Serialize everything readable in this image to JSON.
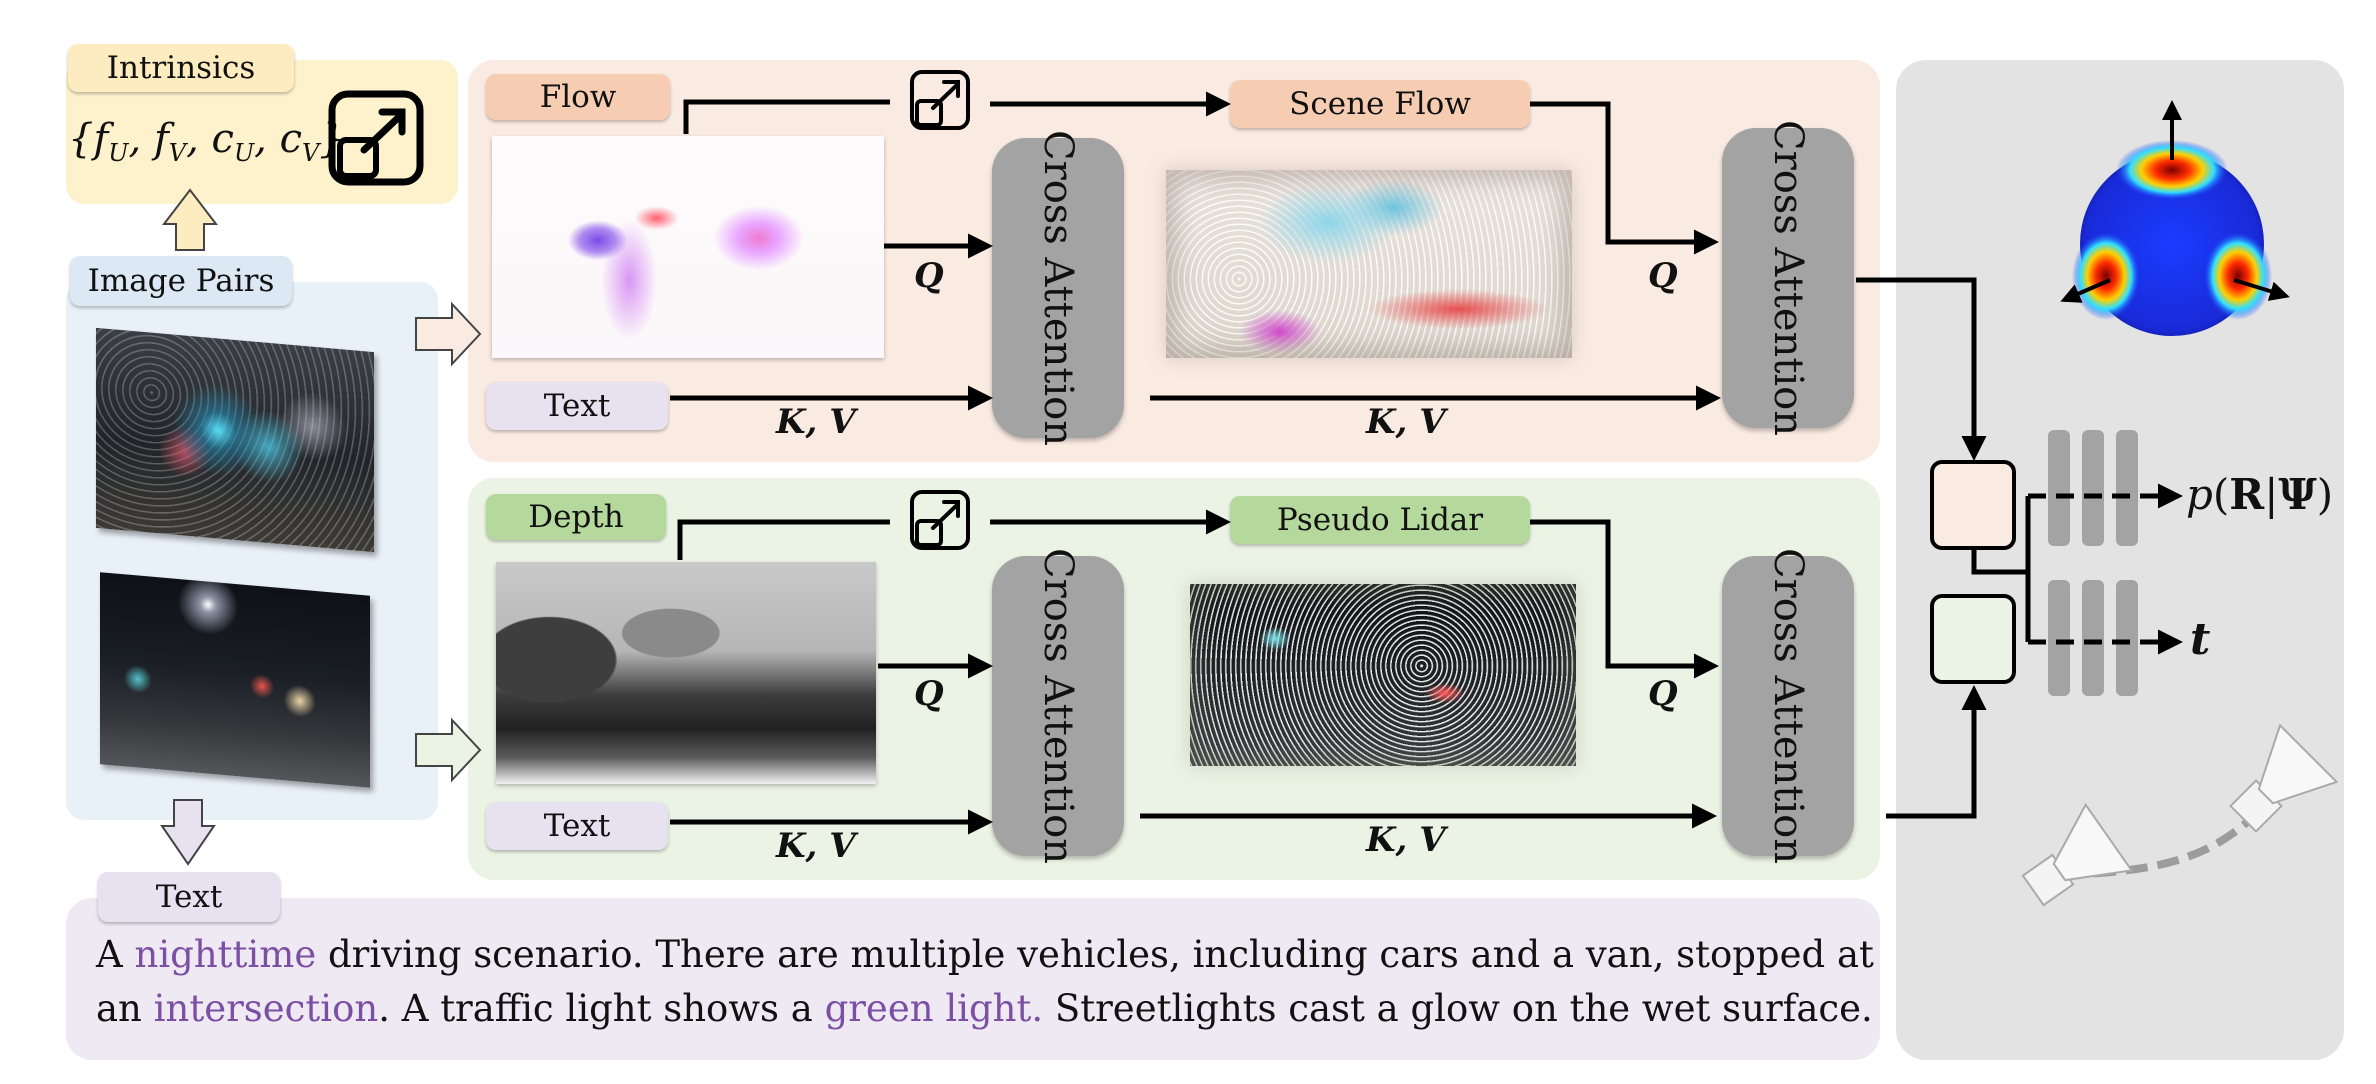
{
  "intrinsics": {
    "label": "Intrinsics",
    "formula": "{fU, fV, cU, cV}",
    "formula_parts": {
      "open": "{",
      "f": "f",
      "U": "U",
      "V": "V",
      "c": "c",
      "sep": ", ",
      "close": "}"
    },
    "icon": "intrinsics-transform-icon"
  },
  "image_pairs": {
    "label": "Image Pairs"
  },
  "text_bottom": {
    "label": "Text"
  },
  "flow_branch": {
    "input_label": "Flow",
    "text_label": "Text",
    "mid_label": "Scene Flow",
    "attention_label": "Cross Attention",
    "q_label": "Q",
    "kv_label": "K, V",
    "icon": "intrinsics-transform-icon"
  },
  "depth_branch": {
    "input_label": "Depth",
    "text_label": "Text",
    "mid_label": "Pseudo Lidar",
    "attention_label": "Cross Attention",
    "q_label": "Q",
    "kv_label": "K, V",
    "icon": "intrinsics-transform-icon"
  },
  "outputs": {
    "rotation_label": "p(R|Ψ)",
    "rotation_parts": {
      "p": "p",
      "open": "(",
      "R": "R",
      "bar": "|",
      "psi": "Ψ",
      "close": ")"
    },
    "translation_label": "t"
  },
  "caption": {
    "full_text": "A nighttime driving scenario. There are multiple vehicles, including cars and a van, stopped at an intersection. A traffic light shows a green light. Streetlights cast a glow on the wet surface.",
    "segments": [
      {
        "text": "A ",
        "highlight": false
      },
      {
        "text": "nighttime",
        "highlight": true
      },
      {
        "text": " driving scenario. There are multiple vehicles, including cars and a van, stopped at an ",
        "highlight": false
      },
      {
        "text": "intersection",
        "highlight": true
      },
      {
        "text": ". A traffic light shows a ",
        "highlight": false
      },
      {
        "text": "green light.",
        "highlight": true
      },
      {
        "text": " Streetlights cast a glow on the wet surface.",
        "highlight": false
      }
    ]
  },
  "colors": {
    "intrinsics_bg": "#fdf2cc",
    "intrinsics_tag": "#fdecc0",
    "image_pairs_bg": "#e8f0f8",
    "image_pairs_tag": "#dce8f4",
    "flow_bg": "#faebe2",
    "flow_tag": "#f6cdb3",
    "depth_bg": "#ebf3e4",
    "depth_tag": "#b5d99c",
    "text_tag": "#e8e2f0",
    "caption_bg": "#efe9f3",
    "output_bg": "#e3e3e3",
    "attention": "#a3a3a3",
    "highlight": "#7b4fa3"
  }
}
